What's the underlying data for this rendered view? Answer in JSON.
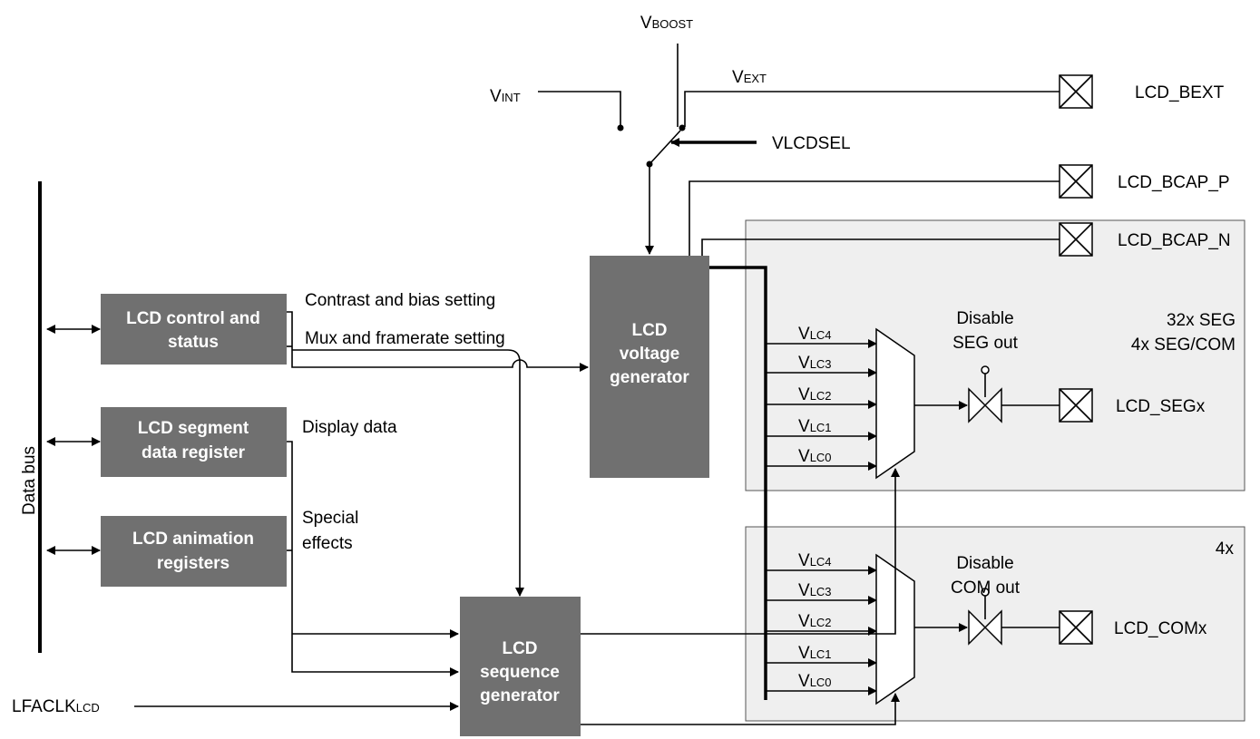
{
  "supplies": {
    "v_boost": {
      "main": "V",
      "sub": "BOOST"
    },
    "v_ext": {
      "main": "V",
      "sub": "EXT"
    },
    "v_int": {
      "main": "V",
      "sub": "INT"
    },
    "vlcdsel": "VLCDSEL"
  },
  "pins": {
    "lcd_bext": "LCD_BEXT",
    "lcd_bcap_p": "LCD_BCAP_P",
    "lcd_bcap_n": "LCD_BCAP_N",
    "lcd_segx": "LCD_SEGx",
    "lcd_comx": "LCD_COMx"
  },
  "data_bus": "Data bus",
  "blocks": {
    "control": [
      "LCD control and",
      "status"
    ],
    "segment": [
      "LCD segment",
      "data register"
    ],
    "animation": [
      "LCD animation",
      "registers"
    ],
    "voltage": [
      "LCD",
      "voltage",
      "generator"
    ],
    "sequence": [
      "LCD",
      "sequence",
      "generator"
    ]
  },
  "signals": {
    "contrast": "Contrast and bias setting",
    "mux": "Mux and framerate setting",
    "display": "Display data",
    "special": [
      "Special",
      "effects"
    ]
  },
  "seg_panel": {
    "count": [
      "32x SEG",
      "4x SEG/COM"
    ],
    "disable": [
      "Disable",
      "SEG out"
    ]
  },
  "com_panel": {
    "count": "4x",
    "disable": [
      "Disable",
      "COM out"
    ]
  },
  "vlc_levels": [
    {
      "main": "V",
      "sub": "LC4"
    },
    {
      "main": "V",
      "sub": "LC3"
    },
    {
      "main": "V",
      "sub": "LC2"
    },
    {
      "main": "V",
      "sub": "LC1"
    },
    {
      "main": "V",
      "sub": "LC0"
    }
  ],
  "clock": {
    "main": "LFACLK",
    "sub": "LCD"
  }
}
